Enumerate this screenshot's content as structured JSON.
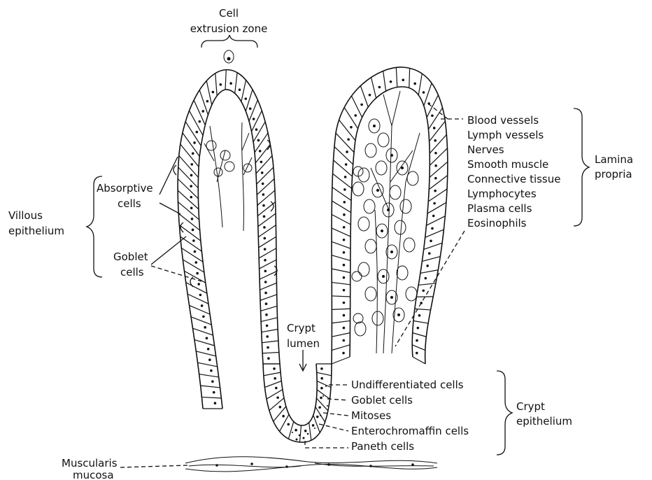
{
  "labels": {
    "extrusion": [
      "Cell",
      "extrusion zone"
    ],
    "villous": [
      "Villous",
      "epithelium"
    ],
    "absorptive": [
      "Absorptive",
      "cells"
    ],
    "goblet_villous": [
      "Goblet",
      "cells"
    ],
    "crypt_lumen": [
      "Crypt",
      "lumen"
    ],
    "muscularis": [
      "Muscularis",
      "mucosa"
    ],
    "lamina_items": [
      "Blood vessels",
      "Lymph vessels",
      "Nerves",
      "Smooth muscle",
      "Connective tissue",
      "Lymphocytes",
      "Plasma cells",
      "Eosinophils"
    ],
    "lamina_propria": [
      "Lamina",
      "propria"
    ],
    "crypt_items": [
      "Undifferentiated cells",
      "Goblet cells",
      "Mitoses",
      "Enterochromaffin cells",
      "Paneth cells"
    ],
    "crypt_epithelium": [
      "Crypt",
      "epithelium"
    ]
  },
  "colors": {
    "ink": "#111111",
    "background": "#ffffff"
  }
}
